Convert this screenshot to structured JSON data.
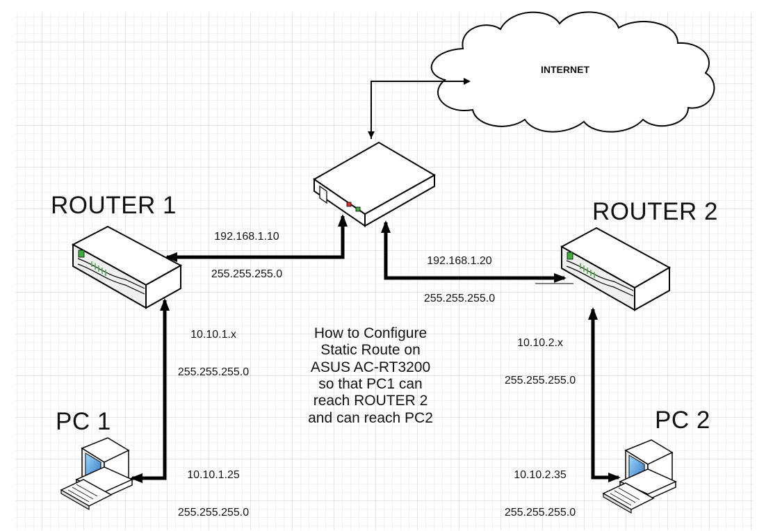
{
  "labels": {
    "internet": "INTERNET",
    "router1": "ROUTER 1",
    "router2": "ROUTER 2",
    "pc1": "PC 1",
    "pc2": "PC 2",
    "router1_wan_ip": "192.168.1.10",
    "router1_wan_mask": "255.255.255.0",
    "router2_wan_ip": "192.168.1.20",
    "router2_wan_mask": "255.255.255.0",
    "router1_lan_ip": "10.10.1.x",
    "router1_lan_mask": "255.255.255.0",
    "router2_lan_ip": "10.10.2.x",
    "router2_lan_mask": "255.255.255.0",
    "pc1_ip": "10.10.1.25",
    "pc1_mask": "255.255.255.0",
    "pc2_ip": "10.10.2.35",
    "pc2_mask": "255.255.255.0",
    "caption": "How to Configure\nStatic Route on\nASUS AC-RT3200\nso that PC1 can\nreach ROUTER 2\nand can reach PC2"
  },
  "icons": {
    "internet": "cloud-icon",
    "modem": "modem-icon",
    "router1": "router-icon",
    "router2": "router-icon",
    "pc1": "desktop-pc-icon",
    "pc2": "desktop-pc-icon"
  },
  "colors": {
    "grid_minor": "#dcdcdc",
    "grid_major": "#c4c4c4",
    "line": "#000000",
    "led_red": "#d9302b",
    "led_green": "#3fae3f"
  }
}
